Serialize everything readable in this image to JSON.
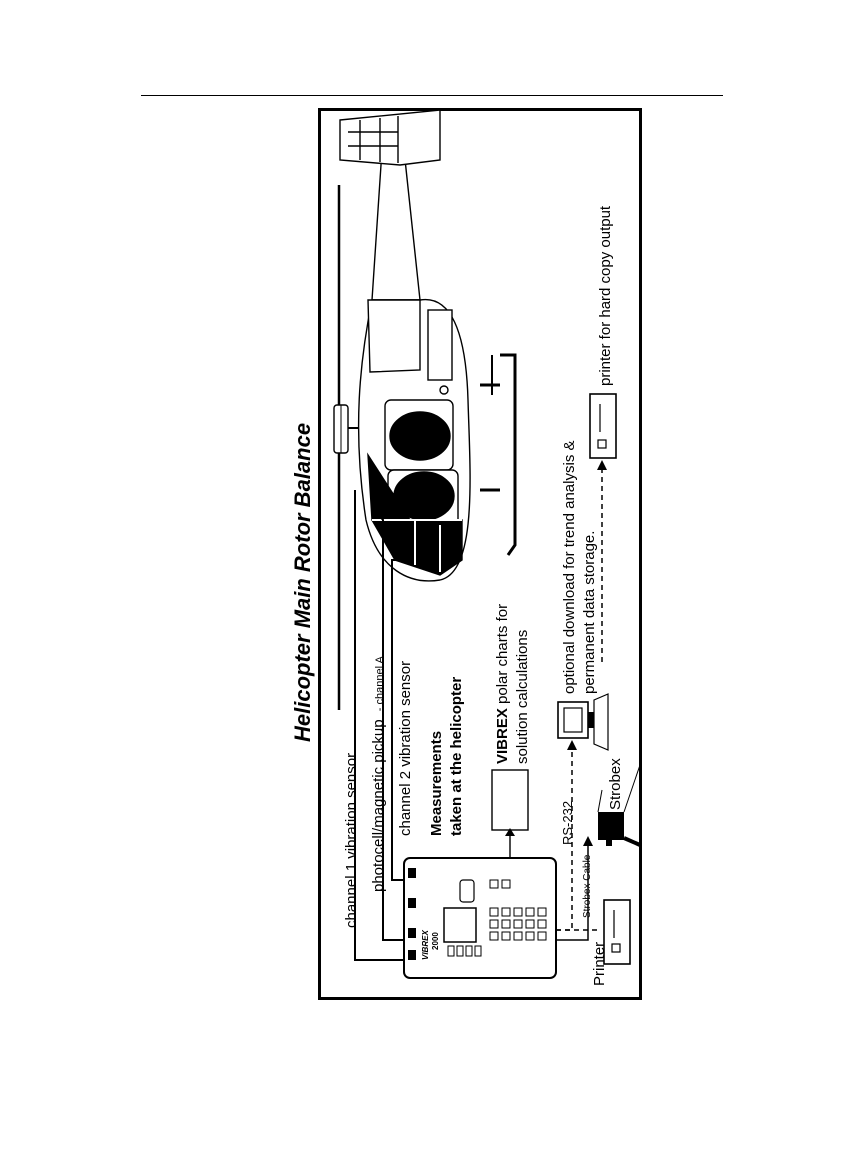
{
  "diagram": {
    "title": "Helicopter Main Rotor Balance",
    "labels": {
      "channel1": "channel 1 vibration sensor",
      "photocell_prefix": "photocell/magnetic pickup",
      "photocell_channel": "- channel A",
      "channel2": "channel 2 vibration sensor",
      "measurements_line1": "Measurements",
      "measurements_line2": "taken at the helicopter",
      "vibrex_bold": "VIBREX",
      "vibrex_rest": " polar charts for",
      "vibrex_line2": "solution calculations",
      "rs232": "RS-232",
      "optional_line1": "optional download for trend analysis &",
      "optional_line2": "permanent data storage.",
      "printer_output": "printer for hard copy output",
      "strobex": "Strobex",
      "strobex_cable": "Strobex Cable",
      "printer": "Printer",
      "device_brand": "VIBREX",
      "device_model": "2000"
    }
  }
}
